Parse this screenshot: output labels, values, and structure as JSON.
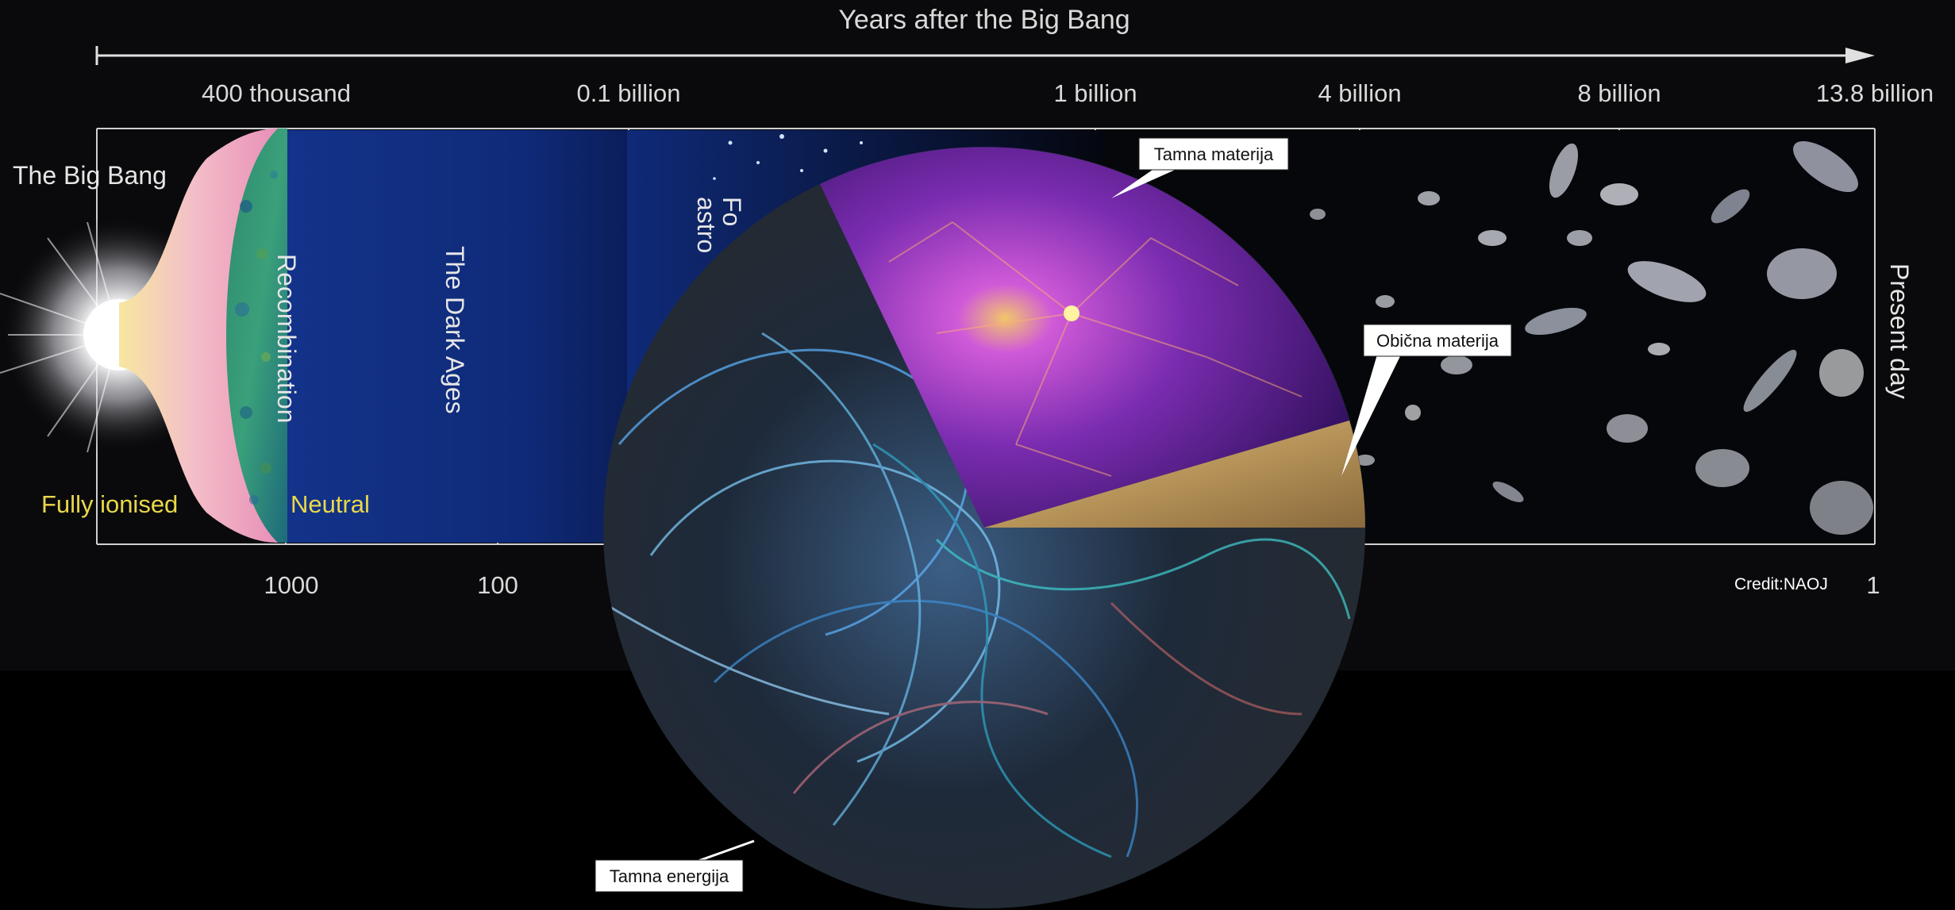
{
  "header": {
    "title": "Years after the Big Bang"
  },
  "top_ticks": [
    "400 thousand",
    "0.1 billion",
    "1 billion",
    "4 billion",
    "8 billion",
    "13.8 billion"
  ],
  "bottom_ticks": [
    "1000",
    "100",
    "1"
  ],
  "labels": {
    "big_bang": "The Big Bang",
    "recombination": "Recombination",
    "dark_ages": "The Dark Ages",
    "formation_partial_1": "Fo",
    "formation_partial_2": "astro",
    "present_day": "Present day",
    "fully_ionised": "Fully ionised",
    "neutral": "Neutral",
    "credit": "Credit:NAOJ"
  },
  "pie_callouts": {
    "dark_matter": "Tamna materija",
    "ordinary_matter": "Obična materija",
    "dark_energy": "Tamna energija"
  },
  "colors": {
    "dark_ages_blue": "#0f2a7a",
    "label_yellow": "#e9d84a",
    "dark_matter_magenta": "#c04bd8",
    "ordinary_matter_tan": "#c4a46c",
    "dark_energy_blue": "#4aa0e0"
  }
}
